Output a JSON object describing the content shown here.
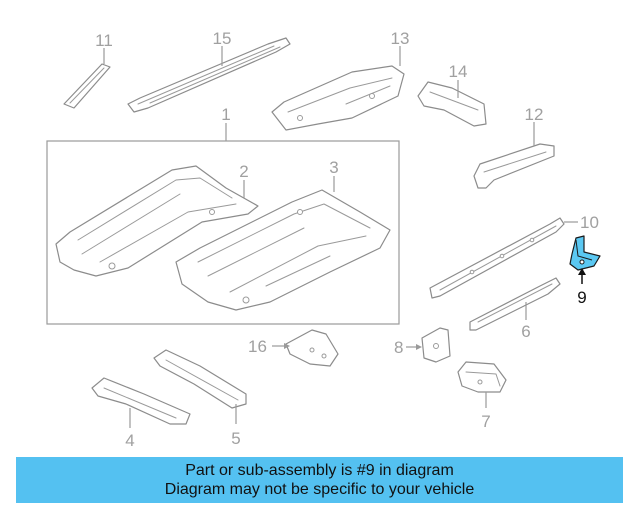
{
  "diagram": {
    "callouts": {
      "c1": "1",
      "c2": "2",
      "c3": "3",
      "c4": "4",
      "c5": "5",
      "c6": "6",
      "c7": "7",
      "c8": "8",
      "c9": "9",
      "c10": "10",
      "c11": "11",
      "c12": "12",
      "c13": "13",
      "c14": "14",
      "c15": "15",
      "c16": "16"
    },
    "highlight_color": "#5bc8f2",
    "highlighted_part": "9"
  },
  "footer": {
    "line1": "Part or sub-assembly is #9 in diagram",
    "line2": "Diagram may not be specific to your vehicle",
    "background": "#54c1f1"
  }
}
